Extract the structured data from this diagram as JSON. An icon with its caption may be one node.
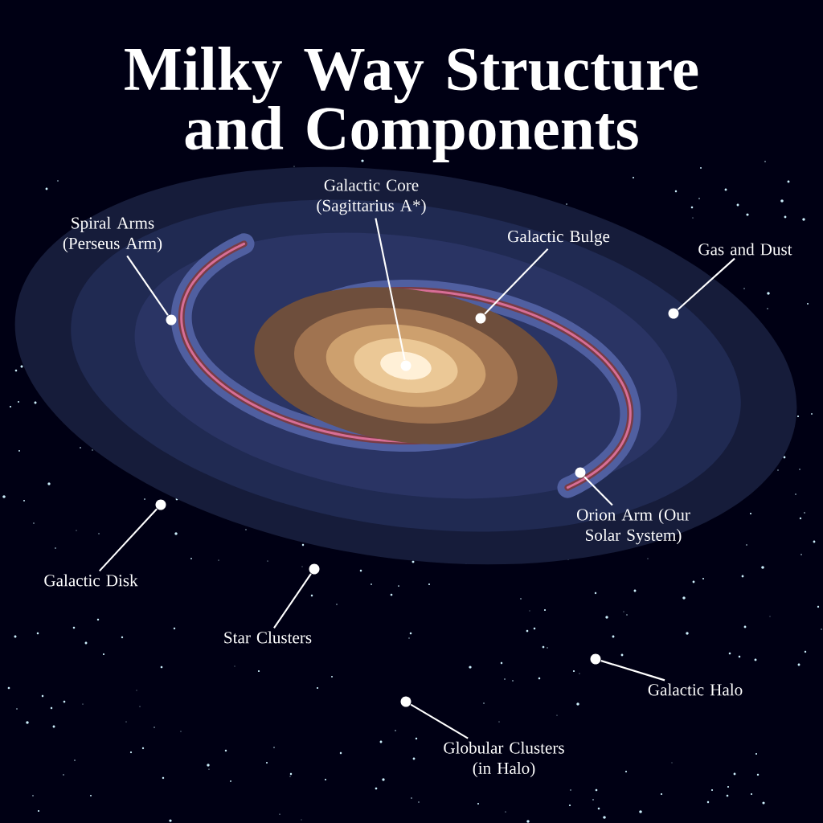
{
  "diagram": {
    "title": "Milky Way Structure and Components",
    "nodes": [
      {
        "text": [
          "Spiral Arms (Perseus Arm)"
        ]
      },
      {
        "text": [],
        "shape": "circle"
      },
      {
        "text": [
          "Galactic Core (Sagittarius A*)"
        ]
      },
      {
        "text": [],
        "shape": "circle"
      },
      {
        "text": [
          "Galactic Bulge"
        ]
      },
      {
        "text": [],
        "shape": "circle"
      },
      {
        "text": [
          "Gas and Dust"
        ]
      },
      {
        "text": [],
        "shape": "circle"
      },
      {
        "text": [
          "Orion Arm (Our Solar System)"
        ]
      },
      {
        "text": [],
        "shape": "circle"
      },
      {
        "text": [
          "Galactic Disk"
        ]
      },
      {
        "text": [],
        "shape": "circle"
      },
      {
        "text": [
          "Star Clusters"
        ]
      },
      {
        "text": [],
        "shape": "circle"
      },
      {
        "text": [
          "Galactic Halo"
        ]
      },
      {
        "text": [],
        "shape": "circle"
      },
      {
        "text": [
          "Globular Clusters (in Halo)"
        ]
      },
      {
        "text": [],
        "shape": "circle"
      }
    ],
    "edges": [
      {
        "from": 0,
        "to": 1,
        "arrow": "none"
      },
      {
        "from": 2,
        "to": 3,
        "arrow": "none"
      },
      {
        "from": 4,
        "to": 5,
        "arrow": "none"
      },
      {
        "from": 6,
        "to": 7,
        "arrow": "none"
      },
      {
        "from": 8,
        "to": 9,
        "arrow": "none"
      },
      {
        "from": 10,
        "to": 11,
        "arrow": "none"
      },
      {
        "from": 12,
        "to": 13,
        "arrow": "none"
      },
      {
        "from": 14,
        "to": 15,
        "arrow": "none"
      },
      {
        "from": 16,
        "to": 17,
        "arrow": "none"
      }
    ]
  }
}
